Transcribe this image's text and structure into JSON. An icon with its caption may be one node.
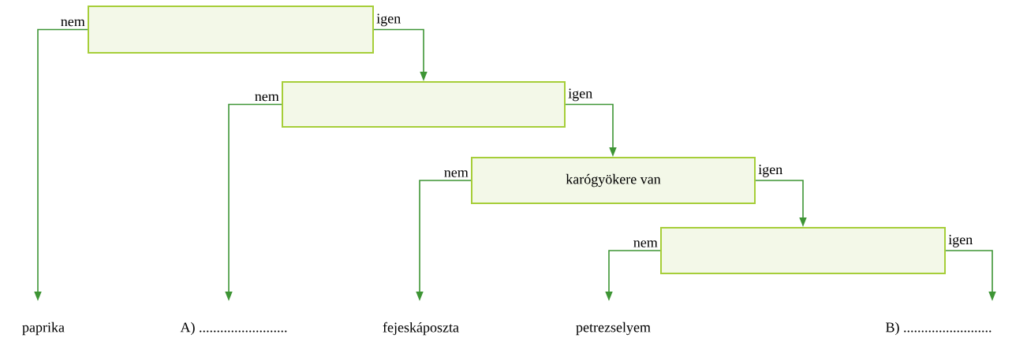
{
  "diagram": {
    "nodes": [
      {
        "text": [],
        "shape": "box"
      },
      {
        "text": [],
        "shape": "box"
      },
      {
        "text": [
          "karógyökere van"
        ]
      },
      {
        "text": [],
        "shape": "box"
      },
      {
        "text": [
          "paprika"
        ]
      },
      {
        "text": [
          "A) ........................."
        ]
      },
      {
        "text": [
          "fejeskáposzta"
        ]
      },
      {
        "text": [
          "petrezselyem"
        ]
      },
      {
        "text": [
          "B) ........................."
        ]
      }
    ],
    "edges": [
      {
        "from": 0,
        "to": 4,
        "arrow": "to",
        "label": "nem"
      },
      {
        "from": 0,
        "to": 1,
        "arrow": "to",
        "label": "igen"
      },
      {
        "from": 1,
        "to": 5,
        "arrow": "to",
        "label": "nem"
      },
      {
        "from": 1,
        "to": 2,
        "arrow": "to",
        "label": "igen"
      },
      {
        "from": 2,
        "to": 6,
        "arrow": "to",
        "label": "nem"
      },
      {
        "from": 2,
        "to": 3,
        "arrow": "to",
        "label": "igen"
      },
      {
        "from": 3,
        "to": 7,
        "arrow": "to",
        "label": "nem"
      },
      {
        "from": 3,
        "to": 8,
        "arrow": "to",
        "label": "igen"
      }
    ]
  }
}
